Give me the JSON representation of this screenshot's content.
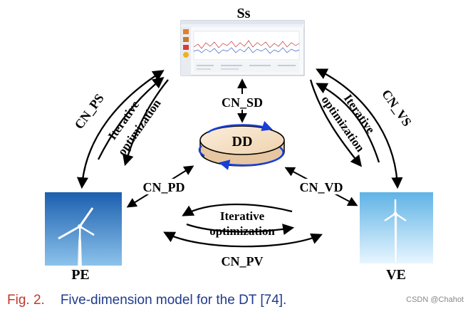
{
  "nodes": {
    "ss": "Ss",
    "dd": "DD",
    "pe": "PE",
    "ve": "VE"
  },
  "connections": {
    "ps": "CN_PS",
    "sd": "CN_SD",
    "vs": "CN_VS",
    "pd": "CN_PD",
    "vd": "CN_VD",
    "pv": "CN_PV"
  },
  "iterative": {
    "word1": "Iterative",
    "word2": "optimization"
  },
  "caption": {
    "figure": "Fig. 2.",
    "text": "Five-dimension model for the DT [74]."
  },
  "watermark": "CSDN @Chahot",
  "colors": {
    "caption_figure": "#c0392b",
    "caption_text": "#1f3b8c",
    "dd_arrows": "#1a3fd6",
    "disk_fill": "#f4dfc4"
  }
}
